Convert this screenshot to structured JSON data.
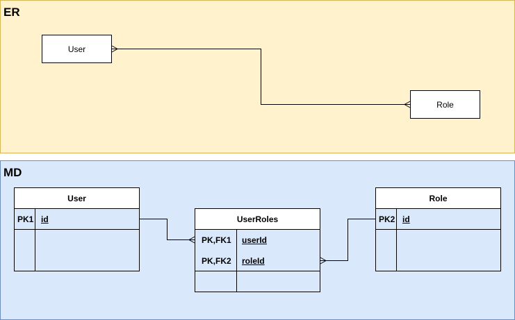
{
  "er": {
    "title": "ER",
    "entities": {
      "user": "User",
      "role": "Role"
    }
  },
  "md": {
    "title": "MD",
    "user_table": {
      "name": "User",
      "rows": [
        {
          "key": "PK1",
          "field": "id"
        }
      ]
    },
    "userroles_table": {
      "name": "UserRoles",
      "rows": [
        {
          "key": "PK,FK1",
          "field": "userId"
        },
        {
          "key": "PK,FK2",
          "field": "roleId"
        }
      ]
    },
    "role_table": {
      "name": "Role",
      "rows": [
        {
          "key": "PK2",
          "field": "id"
        }
      ]
    }
  },
  "colors": {
    "er_fill": "#fff2cc",
    "er_border": "#d6b656",
    "md_fill": "#dae8fc",
    "md_border": "#6c8ebf"
  }
}
